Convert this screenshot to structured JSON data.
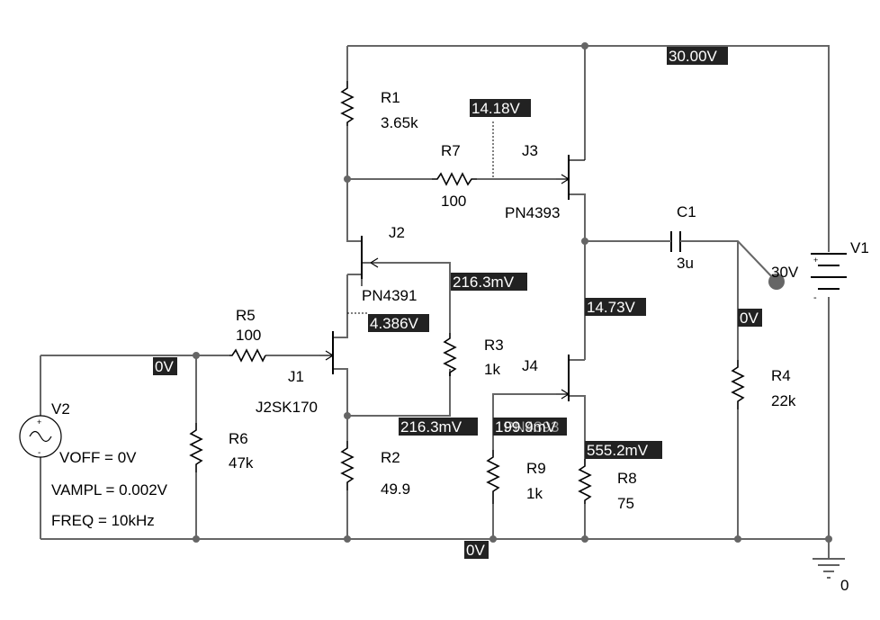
{
  "components": {
    "R1": {
      "name": "R1",
      "value": "3.65k"
    },
    "R2": {
      "name": "R2",
      "value": "49.9"
    },
    "R3": {
      "name": "R3",
      "value": "1k"
    },
    "R4": {
      "name": "R4",
      "value": "22k"
    },
    "R5": {
      "name": "R5",
      "value": "100"
    },
    "R6": {
      "name": "R6",
      "value": "47k"
    },
    "R7": {
      "name": "R7",
      "value": "100"
    },
    "R8": {
      "name": "R8",
      "value": "75"
    },
    "R9": {
      "name": "R9",
      "value": "1k"
    },
    "C1": {
      "name": "C1",
      "value": "3u"
    },
    "J1": {
      "name": "J1",
      "model": "J2SK170"
    },
    "J2": {
      "name": "J2",
      "model": "PN4391"
    },
    "J3": {
      "name": "J3",
      "model": "PN4393"
    },
    "J4": {
      "name": "J4"
    },
    "V1": {
      "name": "V1",
      "value": "30V"
    },
    "V2": {
      "name": "V2",
      "voff": "VOFF = 0V",
      "vampl": "VAMPL = 0.002V",
      "freq": "FREQ = 10kHz"
    }
  },
  "ground_label": "0",
  "voltage_tags": {
    "supply": "30.00V",
    "j3_gate": "14.18V",
    "j2_gate": "216.3mV",
    "j1_drain": "4.386V",
    "output_mid": "14.73V",
    "load": "0V",
    "input": "0V",
    "j1_source": "216.3mV",
    "j4_gate": "199.9mV",
    "j4_source": "555.2mV",
    "ground": "0V"
  },
  "overlap_text": "PN4393"
}
